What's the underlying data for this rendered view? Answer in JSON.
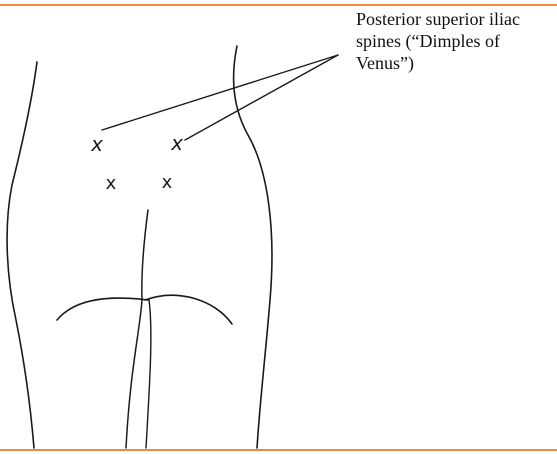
{
  "figure": {
    "callout_lines": [
      "Posterior superior iliac",
      "spines (“Dimples of",
      "Venus”)"
    ],
    "marker_symbol": "x"
  },
  "colors": {
    "rule": "#f08a3e",
    "ink": "#1a1a1a",
    "text": "#111111",
    "background": "#ffffff"
  }
}
